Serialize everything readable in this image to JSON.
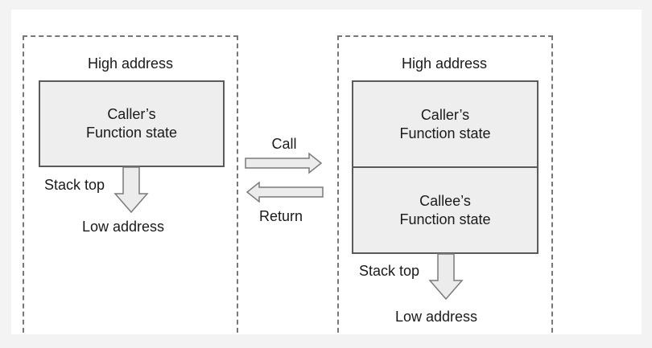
{
  "left_stack": {
    "high_label": "High address",
    "frames": [
      {
        "line1": "Caller’s",
        "line2": "Function state"
      }
    ],
    "stack_top_label": "Stack top",
    "low_label": "Low address"
  },
  "right_stack": {
    "high_label": "High address",
    "frames": [
      {
        "line1": "Caller’s",
        "line2": "Function state"
      },
      {
        "line1": "Callee’s",
        "line2": "Function state"
      }
    ],
    "stack_top_label": "Stack top",
    "low_label": "Low address"
  },
  "transitions": {
    "call_label": "Call",
    "return_label": "Return"
  },
  "colors": {
    "frame_fill": "#eeeeee",
    "frame_border": "#5a5a5a",
    "dashed_border": "#777777",
    "arrow_fill": "#ececec",
    "arrow_stroke": "#7a7a7a"
  }
}
